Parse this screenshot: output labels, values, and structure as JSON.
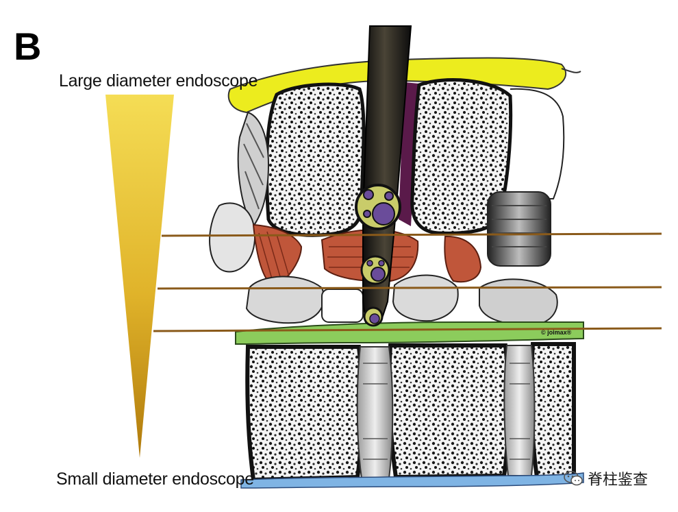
{
  "panel": {
    "letter": "B"
  },
  "labels": {
    "large": "Large diameter endoscope",
    "small": "Small diameter endoscope"
  },
  "copyright": "© joimax®",
  "watermark": {
    "text": "脊柱鉴查",
    "icon": "wechat-bubble-icon"
  },
  "colors": {
    "gradient_top": "#f5dd55",
    "gradient_bottom": "#b07a0c",
    "guide_line": "#8a5a1a",
    "ligament_top": "#ecec1e",
    "ligament_green": "#8ccc5c",
    "ligament_blue": "#7fb4e4",
    "muscle": "#c0563a",
    "disc_purple": "#6a4c9a",
    "scope_tip": "#c9cc6a"
  }
}
